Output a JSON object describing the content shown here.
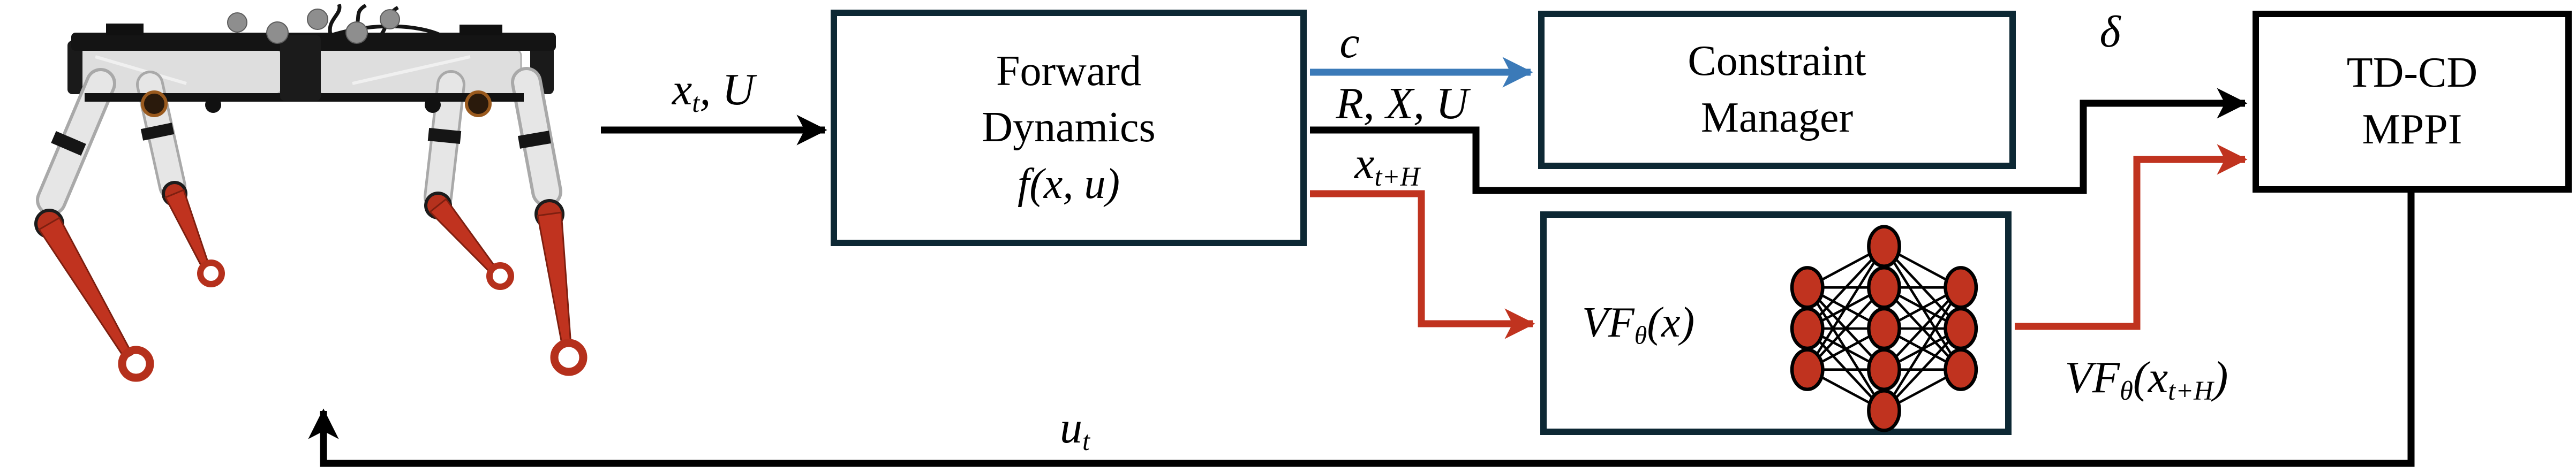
{
  "diagram": {
    "robot": {
      "description": "quadruped robot photo"
    },
    "boxes": {
      "forward_dynamics": {
        "line1": "Forward",
        "line2": "Dynamics",
        "math": "f(x, u)"
      },
      "constraint_manager": {
        "line1": "Constraint",
        "line2": "Manager"
      },
      "value_function": {
        "base": "VF",
        "sub": "θ",
        "rest": "(x)"
      },
      "td_cd_mppi": {
        "line1": "TD-CD",
        "line2": "MPPI"
      }
    },
    "arrow_labels": {
      "state_input": {
        "base": "x",
        "sub": "t",
        "rest": ", U"
      },
      "constraints": {
        "text": "c"
      },
      "rollout": {
        "text": "R, X, U"
      },
      "horizon_state": {
        "base": "x",
        "sub": "t+H"
      },
      "delta": {
        "text": "δ"
      },
      "value_output": {
        "base": "VF",
        "sub": "θ",
        "mid": "(x",
        "sub2": "t+H",
        "end": ")"
      },
      "control": {
        "base": "u",
        "sub": "t"
      }
    },
    "colors": {
      "blue_arrow": "#3b7ab8",
      "red_arrow": "#c0331f",
      "black_arrow": "#000000",
      "box_border": "#0d2834",
      "nn_node": "#c0331f"
    }
  }
}
